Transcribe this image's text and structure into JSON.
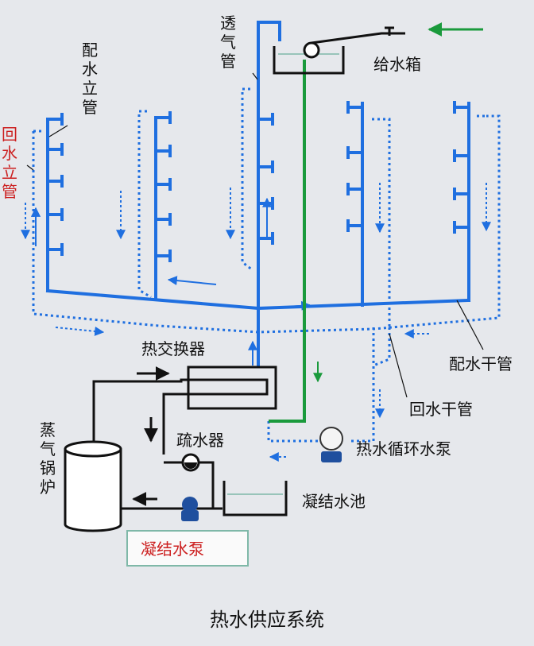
{
  "diagram": {
    "caption": "热水供应系统",
    "labels": {
      "vent_pipe": [
        "透",
        "气",
        "管"
      ],
      "supply_riser": [
        "配",
        "水",
        "立",
        "管"
      ],
      "return_riser": [
        "回",
        "水",
        "立",
        "管"
      ],
      "tank": "给水箱",
      "supply_main": "配水干管",
      "return_main": "回水干管",
      "heat_exchanger": "热交换器",
      "drain_trap": "疏水器",
      "circ_pump": "热水循环水泵",
      "boiler": [
        "蒸",
        "气",
        "锅",
        "炉"
      ],
      "condensate_tank": "凝结水池",
      "condensate_pump": "凝结水泵"
    },
    "colors": {
      "supply": "#1f6fe0",
      "return": "#1f6fe0",
      "cold_water": "#1a9a3c",
      "steam": "#111111",
      "highlight_text": "#cc1f1f",
      "condensate_box_border": "#7fb8a8"
    }
  }
}
